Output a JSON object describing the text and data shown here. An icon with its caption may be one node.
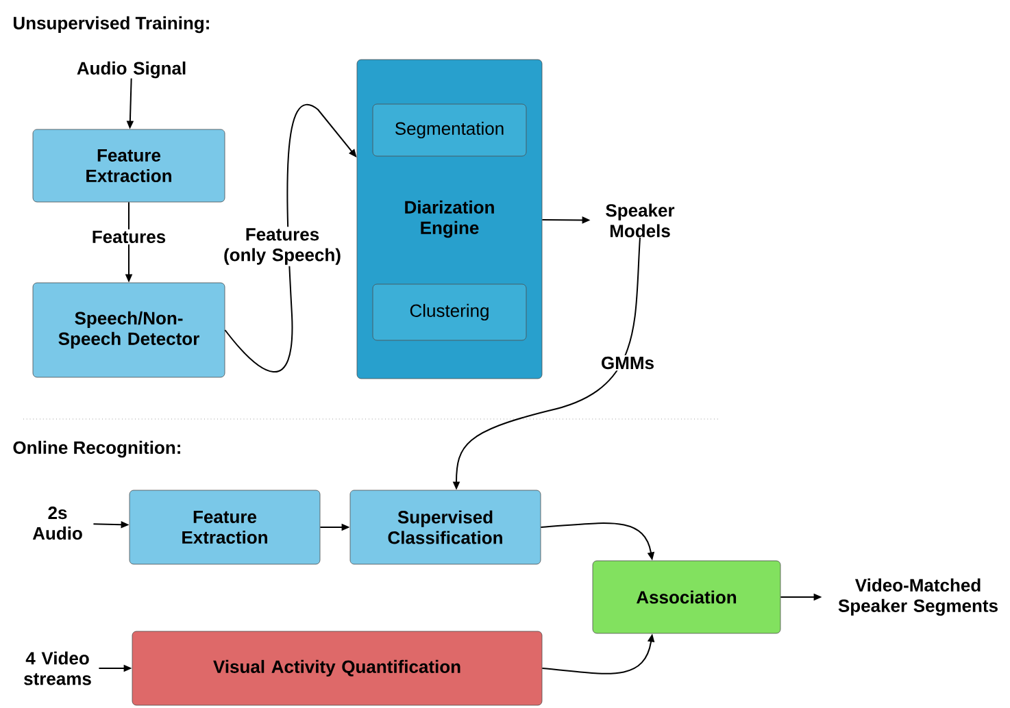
{
  "diagram": {
    "nodes": [
      {
        "text": [
          "Audio Signal"
        ]
      },
      {
        "text": [
          "Feature Extraction"
        ]
      },
      {
        "text": [
          "Speech/Non-Speech Detector"
        ]
      },
      {
        "text": [
          "Diarization Engine"
        ]
      },
      {
        "text": [
          "Segmentation"
        ],
        "in": 3
      },
      {
        "text": [
          "Clustering"
        ],
        "in": 3
      },
      {
        "text": [
          "Speaker Models"
        ]
      },
      {
        "text": [
          "2s Audio"
        ]
      },
      {
        "text": [
          "Feature Extraction"
        ]
      },
      {
        "text": [
          "Supervised Classification"
        ]
      },
      {
        "text": [
          "Association"
        ]
      },
      {
        "text": [
          "Video-Matched Speaker Segments"
        ]
      },
      {
        "text": [
          "4 Video streams"
        ]
      },
      {
        "text": [
          "Visual Activity Quantification"
        ]
      }
    ],
    "edges": [
      {
        "from": 0,
        "to": 1,
        "arrow": "to"
      },
      {
        "from": 1,
        "to": 2,
        "arrow": "to",
        "label": "Features"
      },
      {
        "from": 2,
        "to": 3,
        "arrow": "to",
        "label": "Features (only Speech)"
      },
      {
        "from": 3,
        "to": 6,
        "arrow": "to"
      },
      {
        "from": 6,
        "to": 9,
        "arrow": "to",
        "label": "GMMs"
      },
      {
        "from": 7,
        "to": 8,
        "arrow": "to"
      },
      {
        "from": 8,
        "to": 9,
        "arrow": "to"
      },
      {
        "from": 9,
        "to": 10,
        "arrow": "to"
      },
      {
        "from": 10,
        "to": 11,
        "arrow": "to"
      },
      {
        "from": 12,
        "to": 13,
        "arrow": "to"
      },
      {
        "from": 13,
        "to": 10,
        "arrow": "to"
      }
    ],
    "labels": [
      "Unsupervised Training:",
      "Online Recognition:"
    ]
  }
}
